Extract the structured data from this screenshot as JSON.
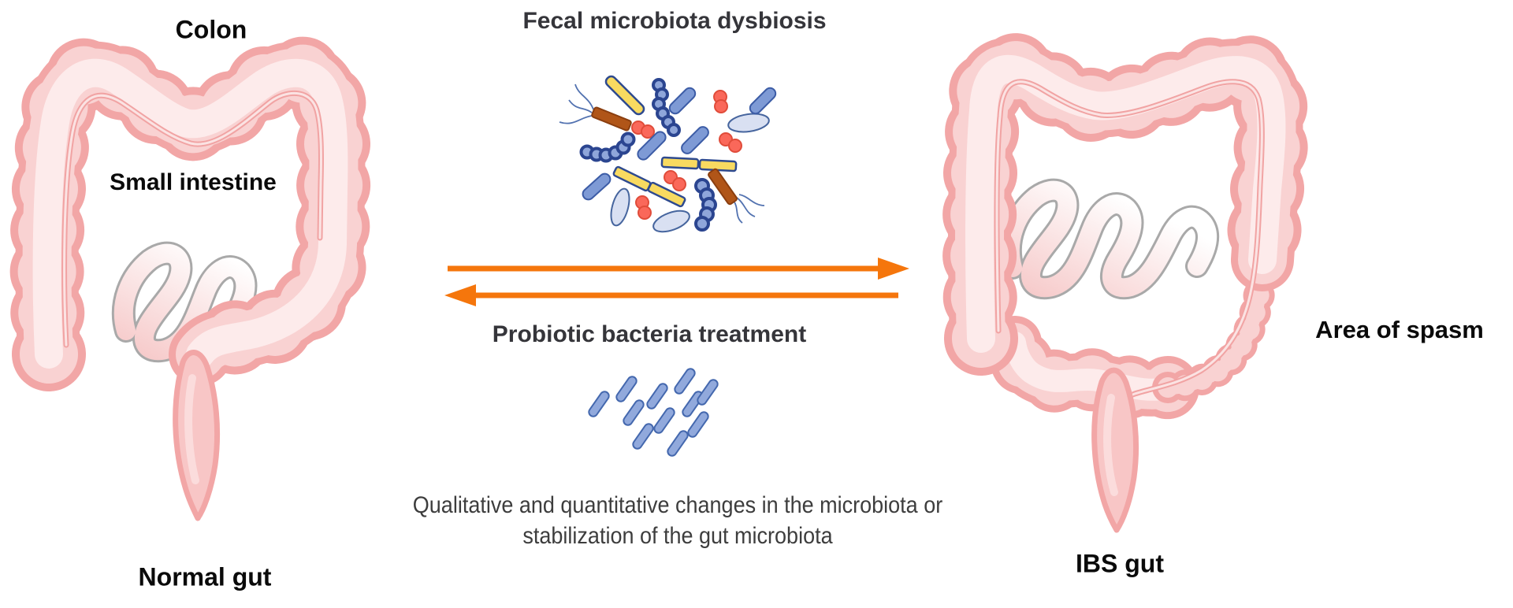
{
  "diagram": {
    "left_gut": {
      "top_label": "Colon",
      "inner_label": "Small intestine",
      "bottom_label": "Normal gut"
    },
    "right_gut": {
      "side_label": "Area of spasm",
      "bottom_label": "IBS gut"
    },
    "center": {
      "top_title": "Fecal microbiota dysbiosis",
      "treatment_title": "Probiotic bacteria treatment",
      "caption_line1": "Qualitative and quantitative changes in the microbiota or",
      "caption_line2": "stabilization of the gut microbiota"
    }
  },
  "colors": {
    "arrow_orange": "#F5760C",
    "colon_outline": "#F2A6A6",
    "colon_fill": "#F9D2D2",
    "colon_fill_light": "#FDEBEB",
    "rectum_fill": "#F8C6C6",
    "intestine_gray": "#A9A9A9",
    "bacteria_blue": "#7E9AD5",
    "bacteria_navy": "#2B4590",
    "bacteria_yellow": "#F8DA60",
    "bacteria_red": "#FA685A",
    "bacteria_lavender": "#D9E0F2",
    "bacteria_brown": "#B05518",
    "probiotic_blue": "#91A9DC",
    "probiotic_outline": "#4468AE",
    "title_color": "#35353a",
    "label_color": "#0A0A0A",
    "caption_color": "#3D3D3D"
  },
  "icons": {
    "dysbiosis_cluster": [
      "rod-bacterium-icon",
      "coccus-chain-icon",
      "diplococcus-icon",
      "flagellated-bacterium-icon",
      "oval-bacterium-icon",
      "segmented-rod-bacterium-icon"
    ],
    "probiotic_cluster": [
      "probiotic-rod-bacterium-icon"
    ]
  }
}
